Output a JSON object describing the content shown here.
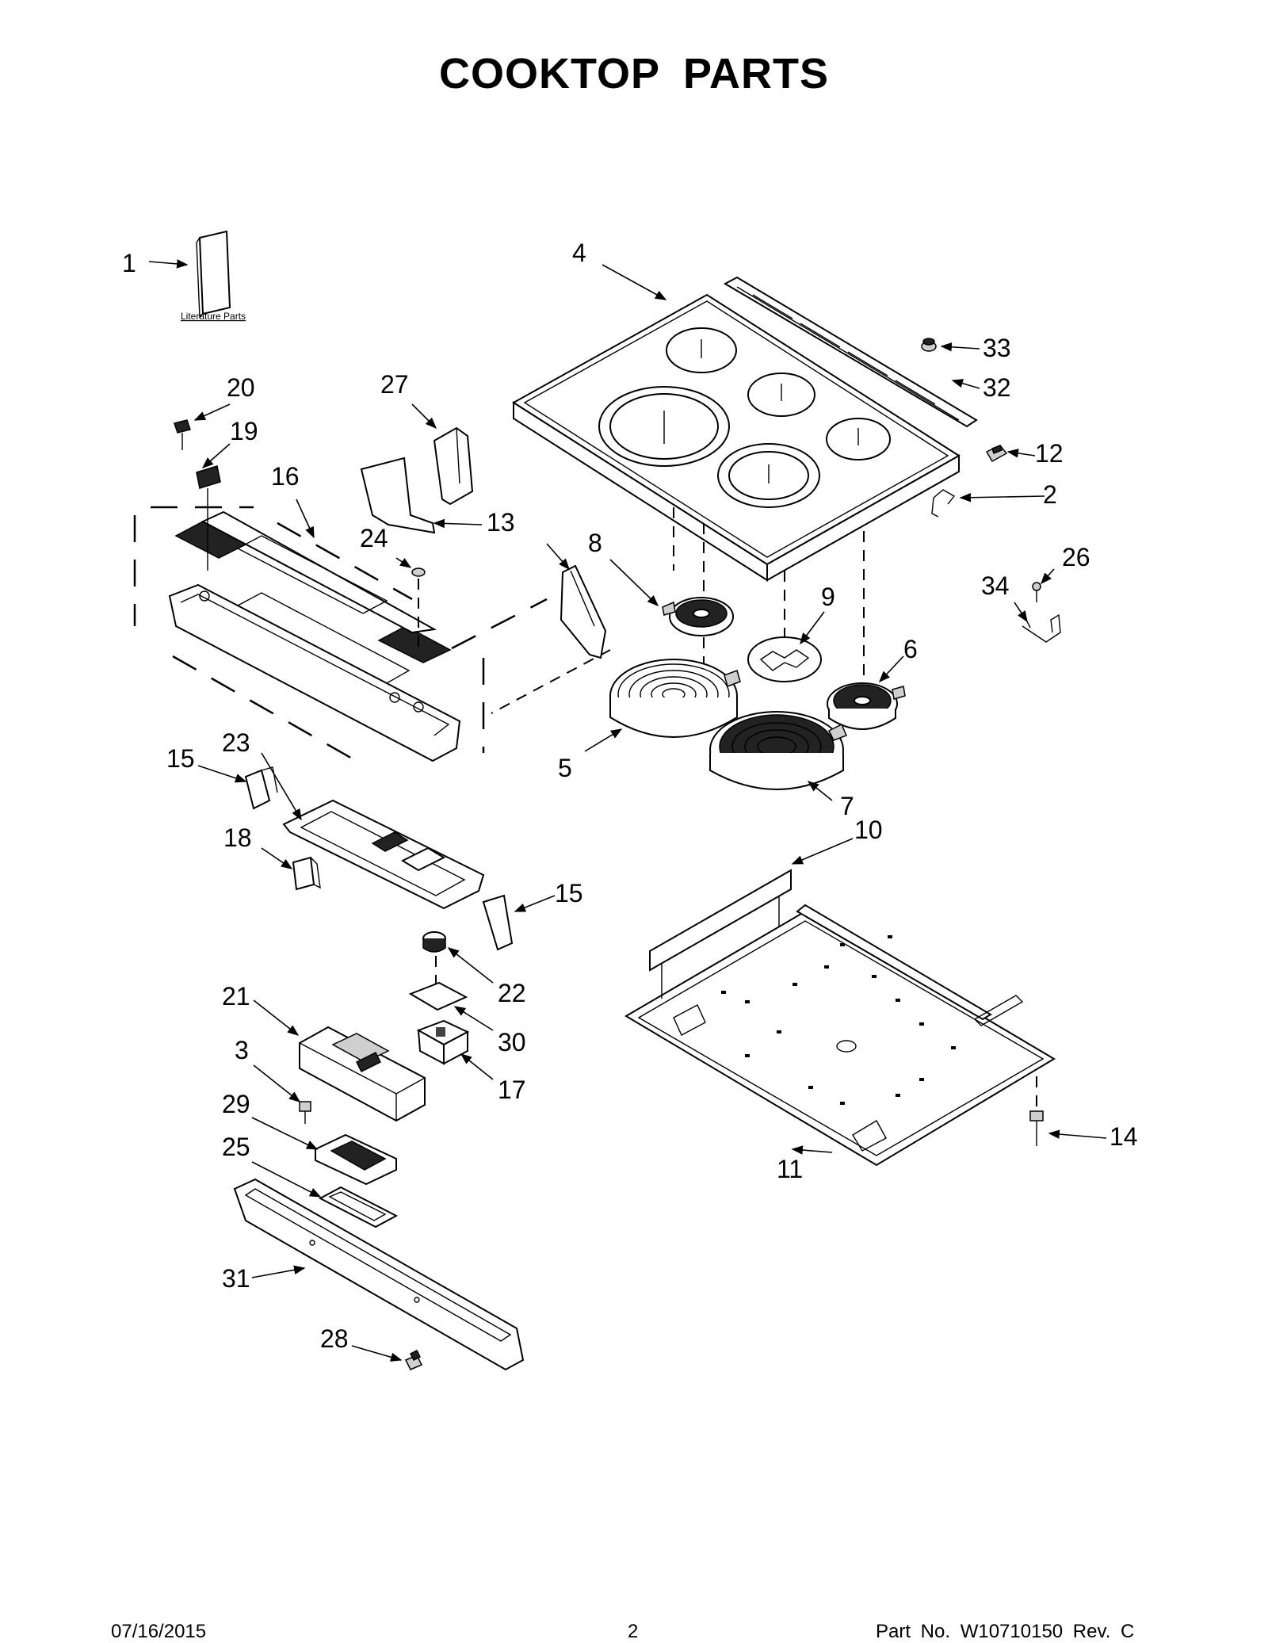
{
  "page": {
    "title": "COOKTOP  PARTS",
    "footer": {
      "date": "07/16/2015",
      "page_number": "2",
      "part_number": "Part No.  W10710150  Rev.  C"
    }
  },
  "diagram": {
    "literature_label": "Literature Parts",
    "callouts": [
      "1",
      "2",
      "3",
      "4",
      "5",
      "6",
      "7",
      "8",
      "9",
      "10",
      "11",
      "12",
      "13",
      "14",
      "15",
      "15",
      "16",
      "17",
      "18",
      "19",
      "20",
      "21",
      "22",
      "23",
      "24",
      "25",
      "26",
      "27",
      "28",
      "29",
      "30",
      "31",
      "32",
      "33",
      "34"
    ]
  }
}
